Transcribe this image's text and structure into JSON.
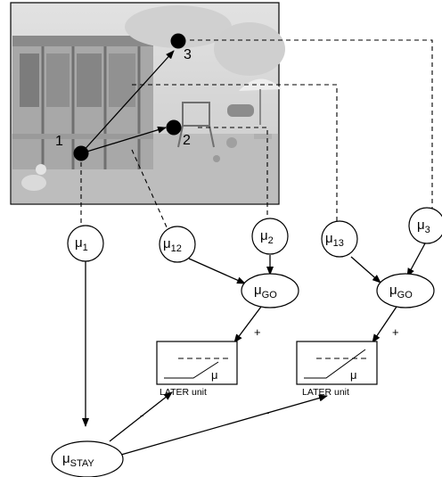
{
  "scene": {
    "photo_description_icon": "garden-shed-photo",
    "targets": {
      "t1": "1",
      "t2": "2",
      "t3": "3"
    }
  },
  "nodes": {
    "mu1": {
      "base": "μ",
      "sub": "1"
    },
    "mu12": {
      "base": "μ",
      "sub": "12"
    },
    "mu2": {
      "base": "μ",
      "sub": "2"
    },
    "mu13": {
      "base": "μ",
      "sub": "13"
    },
    "mu3": {
      "base": "μ",
      "sub": "3"
    },
    "go_a": {
      "base": "μ",
      "sub": "GO"
    },
    "go_b": {
      "base": "μ",
      "sub": "GO"
    },
    "stay": {
      "base": "μ",
      "sub": "STAY"
    }
  },
  "later_units": {
    "a": {
      "mu": "μ",
      "caption": "LATER unit"
    },
    "b": {
      "mu": "μ",
      "caption": "LATER unit"
    }
  },
  "signs": {
    "go_a_plus": "+",
    "go_b_plus": "+",
    "stay_a_minus": "-",
    "stay_b_minus": "-"
  }
}
